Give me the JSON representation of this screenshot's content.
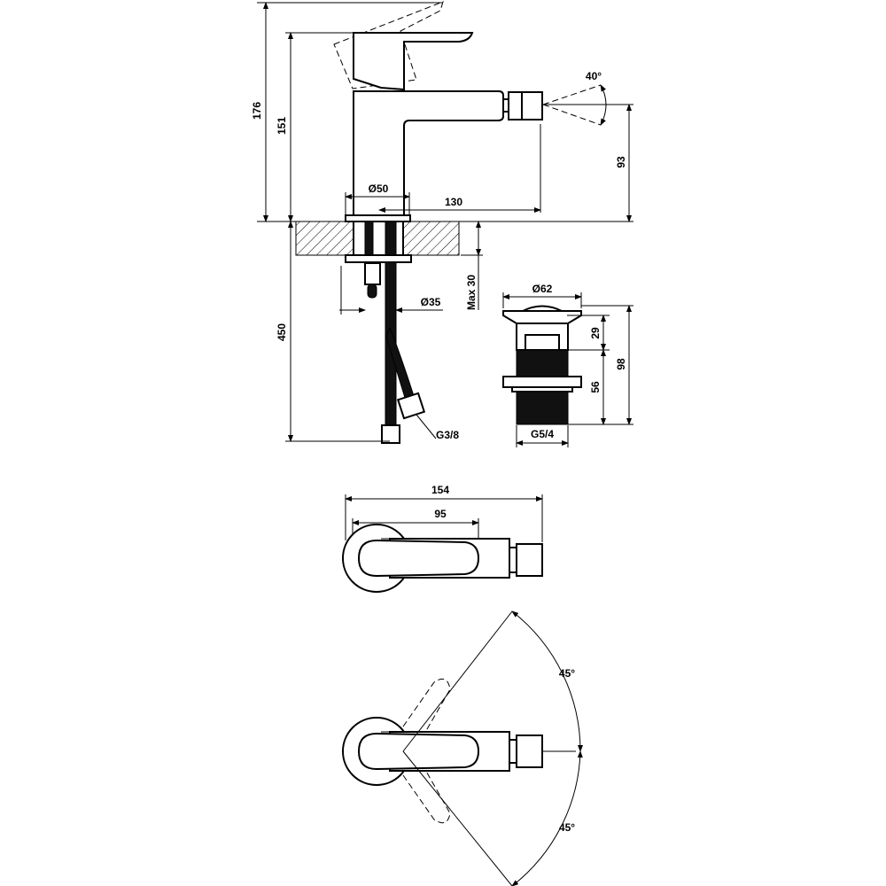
{
  "drawing": {
    "side_view": {
      "dim_total_height": "176",
      "dim_spout_height": "151",
      "dim_spray_angle": "40°",
      "dim_outlet_height": "93",
      "dim_base_diameter": "Ø50",
      "dim_projection": "130",
      "dim_hose_length": "450",
      "dim_max_thickness": "Max 30",
      "dim_shank_diameter": "Ø35",
      "dim_hose_thread": "G3/8"
    },
    "waste": {
      "dim_cap_diameter": "Ø62",
      "dim_upper": "29",
      "dim_lower": "56",
      "dim_total": "98",
      "dim_thread": "G5/4"
    },
    "top_view": {
      "dim_overall_length": "154",
      "dim_handle_length": "95"
    },
    "rotation_view": {
      "angle_upper": "45°",
      "angle_lower": "45°"
    }
  }
}
